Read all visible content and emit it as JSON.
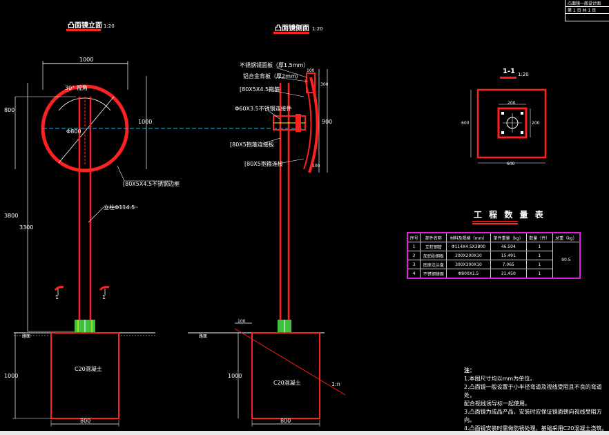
{
  "corner": {
    "row1": "凸面镜一般设计图",
    "row2": "第 1 页  共 1 页"
  },
  "views": {
    "front": {
      "title": "凸面镜立面",
      "scale": "1:20"
    },
    "side": {
      "title": "凸面镜侧面",
      "scale": "1:20"
    },
    "section": {
      "title": "1-1",
      "scale": "1:20"
    }
  },
  "dims": {
    "mirror_width": "1000",
    "left_h1": "800",
    "left_h2": "3800",
    "left_h3": "3300",
    "right_h": "1000",
    "base_h": "1000",
    "base_w": "800",
    "side_base_w": "800",
    "side_base_h": "1000",
    "side_right_1": "300",
    "side_right_2": "900",
    "side_right_3": "100",
    "side_top_1": "100",
    "side_left_1": "100",
    "sec_w": "600",
    "sec_h": "600",
    "sec_inner": "200",
    "sec_inner_h": "200",
    "angle": "30°",
    "diameter": "Φ800"
  },
  "labels": {
    "arc_label": "30° 视角",
    "ring_label": "[80X5X4.5不锈钢边框",
    "post_label": "立柱Φ114.5",
    "foundation_front": "C20混凝土",
    "foundation_side": "C20混凝土",
    "side_l1": "不锈钢镜面板（厚1.5mm）",
    "side_l2": "铝合金背板（厚2mm）",
    "side_l3": "[80X5X4.5抱箍",
    "side_l4": "Φ60X3.5不锈钢连接件",
    "side_l5": "[80X5抱箍连接板",
    "side_l6": "[80X5抱箍连接",
    "ground_left": "路面",
    "ground_right": "路面",
    "slope_label": "1:n",
    "section_mark_left": "1",
    "section_mark_right": "1"
  },
  "quantity_table": {
    "title": "工 程 数 量 表",
    "headers": [
      "序号",
      "部件名称",
      "材料及规格（mm）",
      "单件重量（kg）",
      "数量（件）",
      "总重（kg）"
    ],
    "rows": [
      [
        "1",
        "立柱钢管",
        "Φ114X4.5X3800",
        "46.504",
        "1"
      ],
      [
        "2",
        "加劲肋钢板",
        "200X200X10",
        "15.491",
        "1"
      ],
      [
        "3",
        "底座法兰盘",
        "300X300X10",
        "7.065",
        "1"
      ],
      [
        "4",
        "不锈钢镜面",
        "Φ800X1.5",
        "21.450",
        "1"
      ]
    ],
    "total": "90.5"
  },
  "notes": {
    "title": "注：",
    "items": [
      "1.本图尺寸均以mm为单位。",
      "2.凸面镜一般设置于小半径弯道及视线受阻且不良的弯道处，",
      "  配合视线诱导标一起使用。",
      "3.凸面镜为成品产品，安装时应保证镜面朝向视线受阻方向。",
      "4.凸面镜安装时需做防锈处理，基础采用C20混凝土浇筑。"
    ]
  },
  "colors": {
    "red": "#ff2020",
    "white": "#ffffff",
    "yellow": "#ffff00",
    "green": "#40c040",
    "cyan": "#00c8ff",
    "magenta": "#e020e0"
  }
}
